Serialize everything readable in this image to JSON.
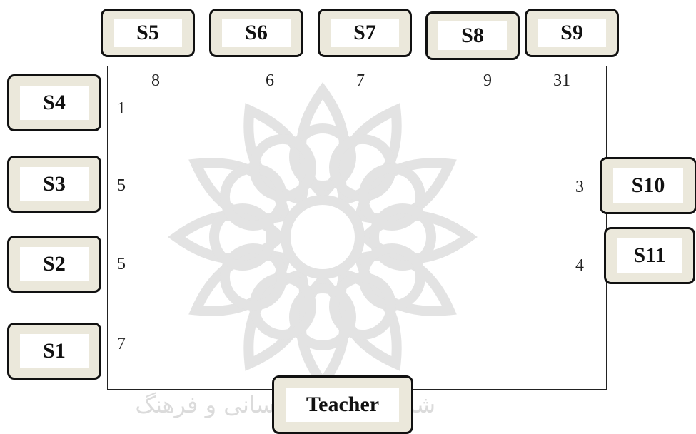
{
  "seats": {
    "s1": {
      "label": "S1",
      "count": "7"
    },
    "s2": {
      "label": "S2",
      "count": "5"
    },
    "s3": {
      "label": "S3",
      "count": "5"
    },
    "s4": {
      "label": "S4",
      "count": "1"
    },
    "s5": {
      "label": "S5",
      "count": "8"
    },
    "s6": {
      "label": "S6",
      "count": "6"
    },
    "s7": {
      "label": "S7",
      "count": "7"
    },
    "s8": {
      "label": "S8",
      "count": "9"
    },
    "s9": {
      "label": "S9",
      "count": "31"
    },
    "s10": {
      "label": "S10",
      "count": "3"
    },
    "s11": {
      "label": "S11",
      "count": "4"
    }
  },
  "teacher": {
    "label": "Teacher"
  },
  "watermark": {
    "text": "شرش کا علوم انسانی و فرهنگ"
  },
  "colors": {
    "seat_fill": "#ebe8db",
    "seat_border": "#111111",
    "label_bg": "#ffffff"
  }
}
